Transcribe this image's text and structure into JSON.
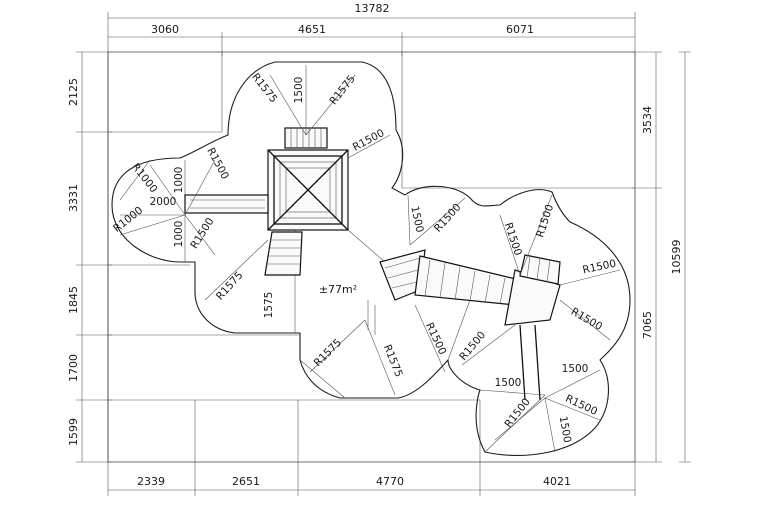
{
  "drawing": {
    "overall_width_label": "13782",
    "overall_height_label": "10599",
    "area_label": "±77m²",
    "top_dims": [
      "3060",
      "4651",
      "6071"
    ],
    "bottom_dims": [
      "2339",
      "2651",
      "4770",
      "4021"
    ],
    "left_dims": [
      "2125",
      "3331",
      "1845",
      "1700",
      "1599"
    ],
    "right_dims": [
      "3534",
      "7065"
    ],
    "radius_labels": [
      "R1575",
      "R1575",
      "R1500",
      "R1500",
      "R1000",
      "R1000",
      "R1500",
      "R1575",
      "R1500",
      "R1500",
      "R1500",
      "R1500",
      "R1575",
      "R1575",
      "R1500",
      "R1500",
      "R1500",
      "R1500",
      "R1500"
    ],
    "linear_labels": [
      "1500",
      "1000",
      "2000",
      "1000",
      "1575",
      "1500",
      "1500",
      "1500",
      "1500"
    ]
  }
}
